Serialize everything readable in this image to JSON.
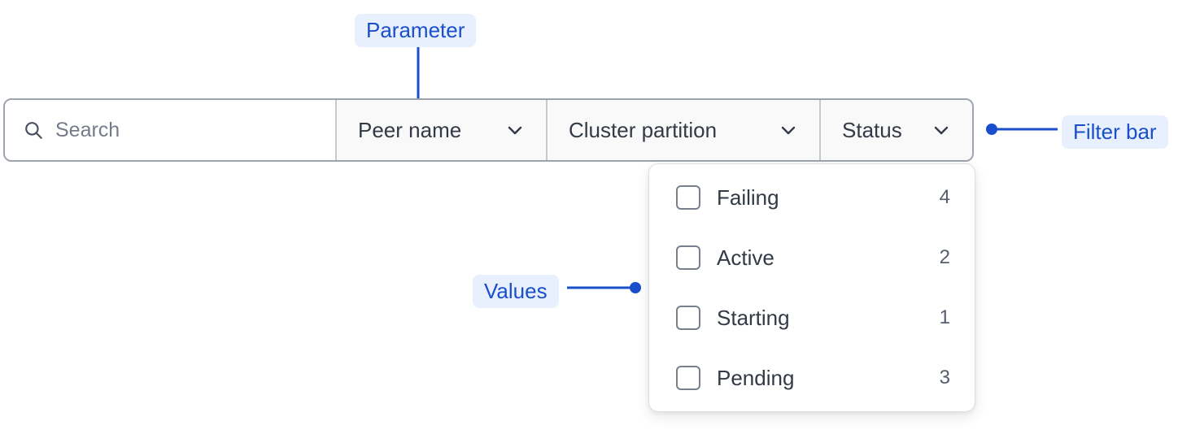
{
  "filter_bar": {
    "search": {
      "icon": "search-icon",
      "placeholder": "Search",
      "value": ""
    },
    "dropdowns": [
      {
        "label": "Peer name",
        "icon": "chevron-down-icon"
      },
      {
        "label": "Cluster partition",
        "icon": "chevron-down-icon"
      },
      {
        "label": "Status",
        "icon": "chevron-down-icon"
      }
    ]
  },
  "dropdown_panel": {
    "open_for": "Status",
    "options": [
      {
        "label": "Failing",
        "count": "4",
        "checked": false
      },
      {
        "label": "Active",
        "count": "2",
        "checked": false
      },
      {
        "label": "Starting",
        "count": "1",
        "checked": false
      },
      {
        "label": "Pending",
        "count": "3",
        "checked": false
      }
    ]
  },
  "annotations": [
    {
      "id": "parameter",
      "label": "Parameter"
    },
    {
      "id": "values",
      "label": "Values"
    },
    {
      "id": "filter-bar",
      "label": "Filter bar"
    }
  ],
  "colors": {
    "annotation_text": "#1a4fcc",
    "annotation_bg": "#e8f0fe",
    "annotation_line": "#1a4fcc",
    "bar_border": "#9ea3b0",
    "cell_divider": "#c6c9d1",
    "dropdown_cell_bg": "#f9f9fa",
    "text_primary": "#333a46",
    "text_muted": "#757b89",
    "count_text": "#565d6c",
    "checkbox_border": "#787f8d",
    "panel_border": "#dcdee3",
    "page_bg": "#ffffff"
  }
}
